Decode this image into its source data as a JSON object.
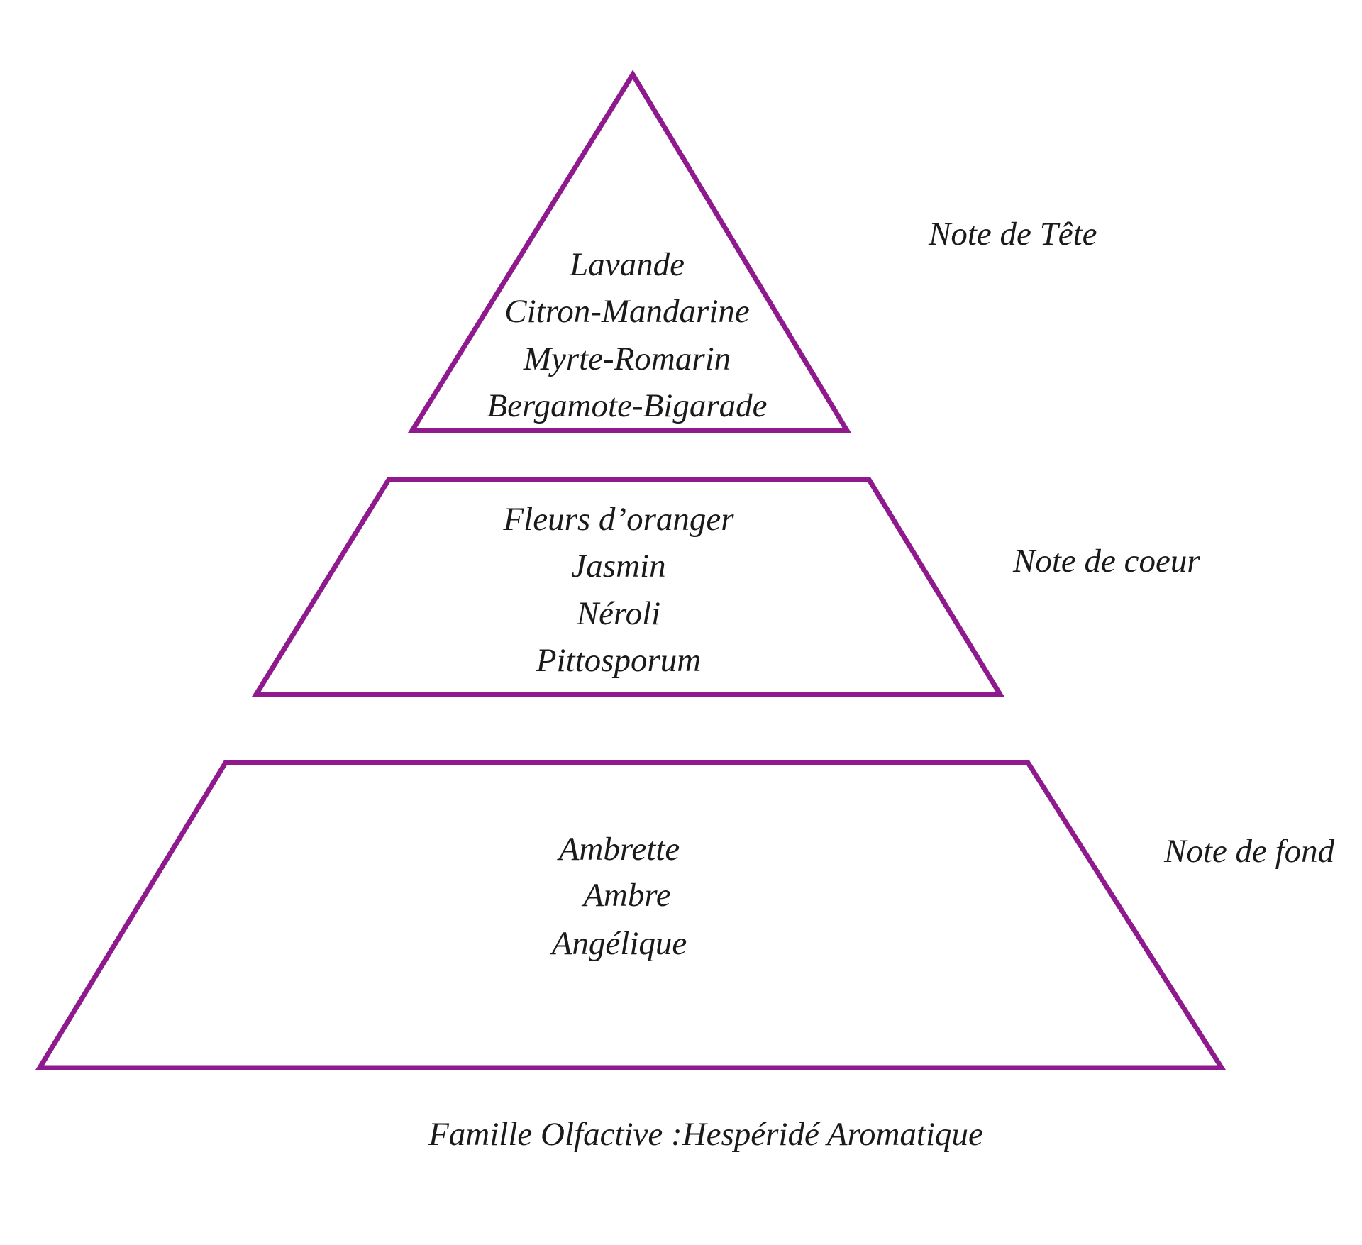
{
  "colors": {
    "outline": "#8e1a8e",
    "text": "#1a1a1a"
  },
  "tiers": [
    {
      "label": "Note de Tête",
      "items": [
        "Lavande",
        "Citron-Mandarine",
        "Myrte-Romarin",
        "Bergamote-Bigarade"
      ]
    },
    {
      "label": "Note de coeur",
      "items": [
        "Fleurs d’oranger",
        "Jasmin",
        "Néroli",
        "Pittosporum"
      ]
    },
    {
      "label": "Note de fond",
      "items": [
        "Ambrette",
        "Ambre",
        "Angélique"
      ]
    }
  ],
  "footer": "Famille Olfactive :Hespéridé Aromatique"
}
